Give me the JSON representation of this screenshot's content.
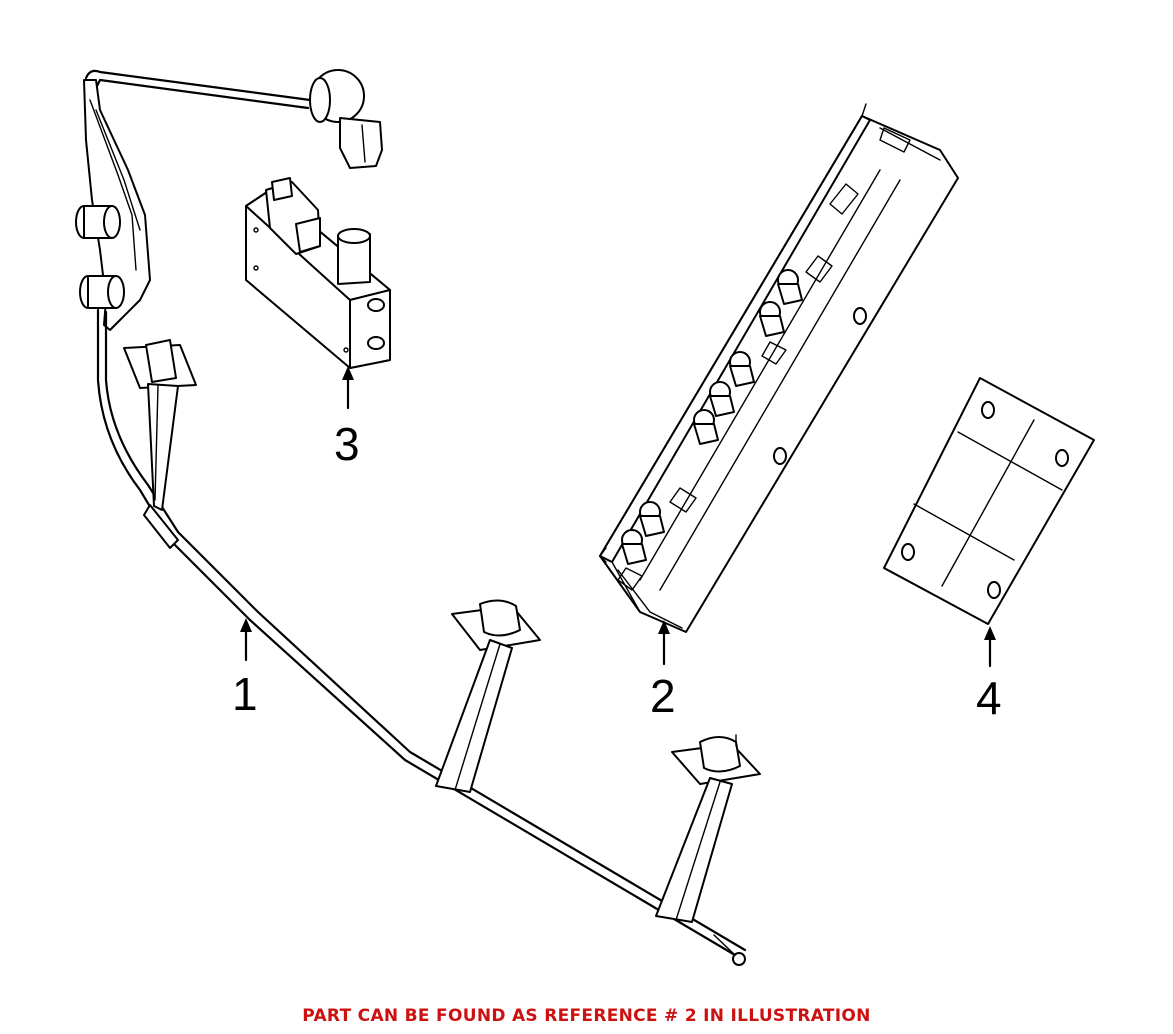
{
  "callouts": [
    {
      "label": "1"
    },
    {
      "label": "2"
    },
    {
      "label": "3"
    },
    {
      "label": "4"
    }
  ],
  "footer_note": "PART CAN BE FOUND AS REFERENCE # 2 IN ILLUSTRATION",
  "colors": {
    "line": "#000000",
    "background": "#ffffff",
    "note": "#cc1111"
  }
}
